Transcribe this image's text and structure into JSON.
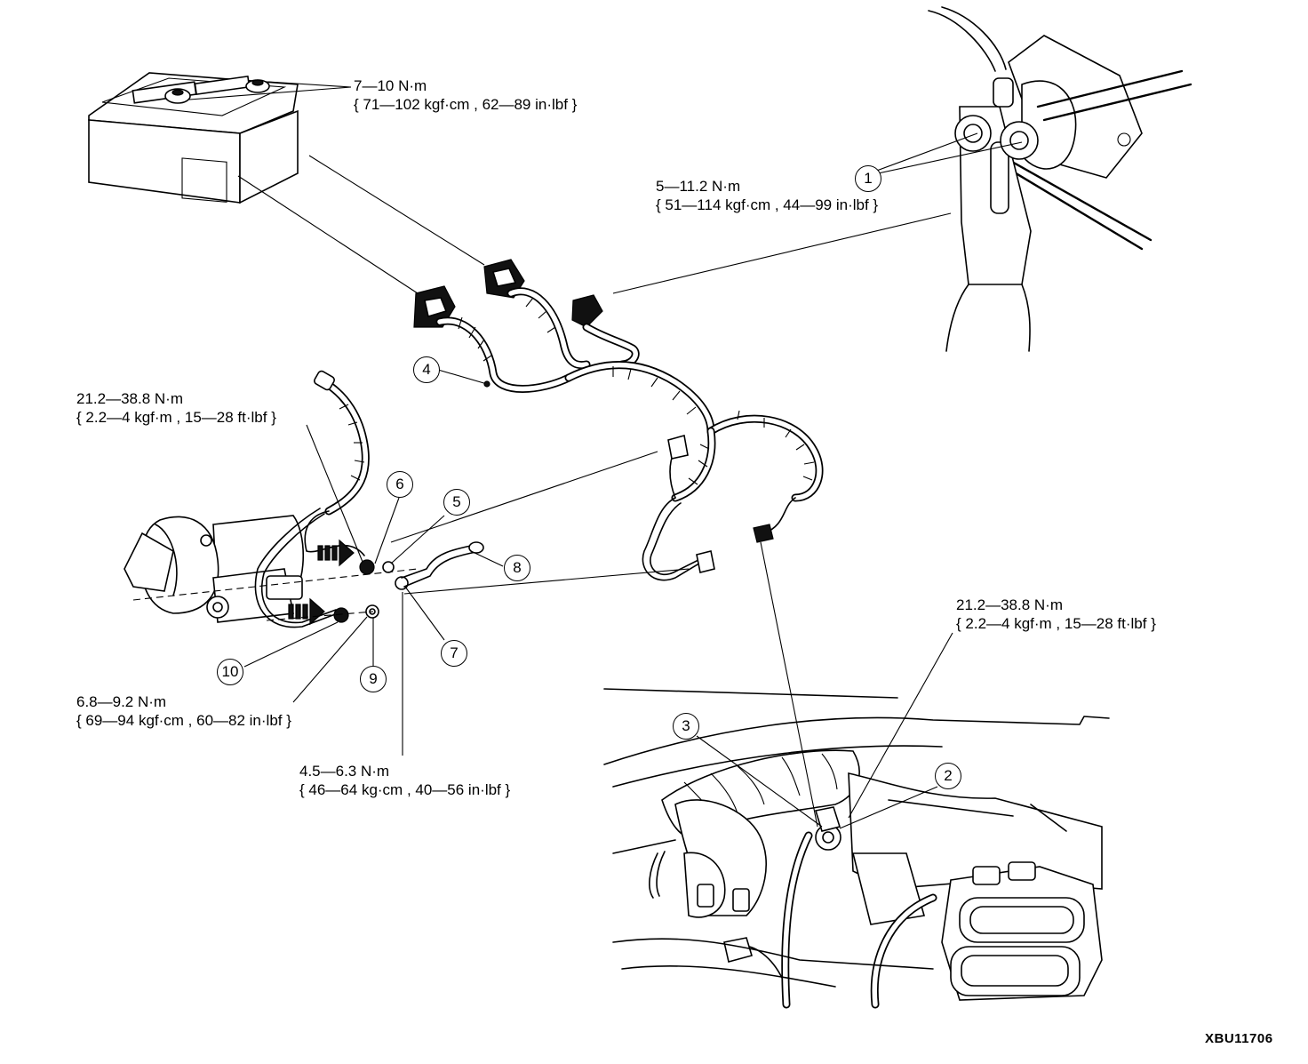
{
  "figure_code": "XBU11706",
  "torque_specs": {
    "battery_terminals": {
      "line1": "7—10 N·m",
      "line2": "{ 71—102 kgf·cm , 62—89 in·lbf }"
    },
    "item1": {
      "line1": "5—11.2 N·m",
      "line2": "{ 51—114 kgf·cm , 44—99 in·lbf }"
    },
    "starter_b_terminal": {
      "line1": "21.2—38.8 N·m",
      "line2": "{ 2.2—4 kgf·m , 15—28 ft·lbf }"
    },
    "ground_item2": {
      "line1": "21.2—38.8 N·m",
      "line2": "{ 2.2—4 kgf·m , 15—28 ft·lbf }"
    },
    "item9": {
      "line1": "6.8—9.2 N·m",
      "line2": "{ 69—94 kgf·cm , 60—82 in·lbf }"
    },
    "item7": {
      "line1": "4.5—6.3 N·m",
      "line2": "{ 46—64 kg·cm , 40—56 in·lbf }"
    }
  },
  "callouts": [
    "1",
    "2",
    "3",
    "4",
    "5",
    "6",
    "7",
    "8",
    "9",
    "10"
  ]
}
